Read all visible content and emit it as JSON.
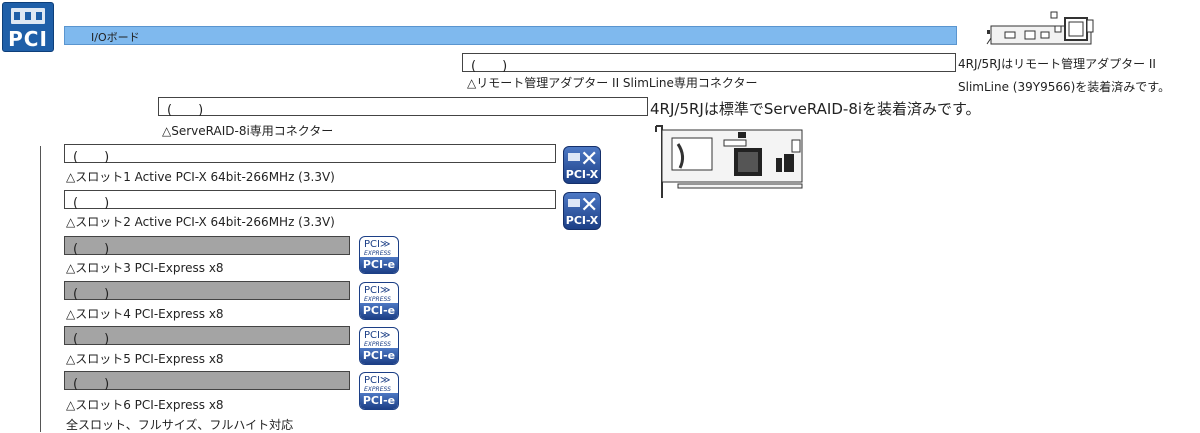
{
  "logo": {
    "text": "PCI"
  },
  "io_bar": {
    "label": "I/Oボード"
  },
  "remote_adapter": {
    "paren": "(　　)",
    "caption": "△リモート管理アダプター II SlimLine専用コネクター",
    "note_line1": "4RJ/5RJはリモート管理アダプター II",
    "note_line2": "SlimLine (39Y9566)を装着済みです。"
  },
  "serveraid": {
    "paren": "(　　)",
    "caption": "△ServeRAID-8i専用コネクター",
    "note": "4RJ/5RJは標準でServeRAID-8iを装着済みです。"
  },
  "slots": [
    {
      "paren": "(　　)",
      "caption": "△スロット1 Active PCI-X 64bit-266MHz (3.3V)",
      "badge": "PCI-X"
    },
    {
      "paren": "(　　)",
      "caption": "△スロット2 Active PCI-X 64bit-266MHz (3.3V)",
      "badge": "PCI-X"
    },
    {
      "paren": "(　　)",
      "caption": "△スロット3 PCI-Express x8",
      "badge": "PCI-e"
    },
    {
      "paren": "(　　)",
      "caption": "△スロット4 PCI-Express x8",
      "badge": "PCI-e"
    },
    {
      "paren": "(　　)",
      "caption": "△スロット5 PCI-Express x8",
      "badge": "PCI-e"
    },
    {
      "paren": "(　　)",
      "caption": "△スロット6 PCI-Express x8",
      "badge": "PCI-e"
    }
  ],
  "footer": {
    "text": "全スロット、フルサイズ、フルハイト対応"
  },
  "pcie_logo": {
    "line1": "PCI≫",
    "line2": "EXPRESS"
  },
  "icons": [
    "pci-logo-icon",
    "pci-x-badge-icon",
    "pci-express-badge-icon",
    "remote-adapter-card-icon",
    "serveraid-card-icon"
  ],
  "colors": {
    "io_bar": "#7fb9ee",
    "grey_slot": "#a4a4a4",
    "logo_blue": "#1f5fa8"
  }
}
